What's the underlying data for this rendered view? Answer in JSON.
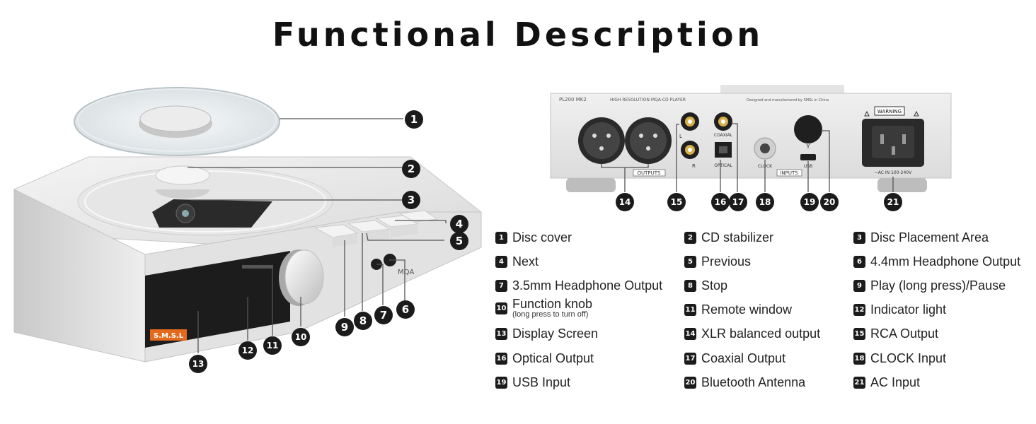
{
  "title": "Functional Description",
  "device_labels": {
    "brand": "S.M.S.L",
    "mqa": "MQA",
    "model": "PL200 MK2",
    "subtitle": "HIGH RESOLUTION MQA-CD PLAYER",
    "made_by": "Designed and manufactured by SMSL in China",
    "outputs": "OUTPUTS",
    "inputs": "INPUTS",
    "coaxial": "COAXIAL",
    "optical": "OPTICAL",
    "clock": "CLOCK",
    "usb": "USB",
    "l": "L",
    "r": "R",
    "warning": "WARNING",
    "ac_in": "~AC IN 100-240V"
  },
  "callouts": [
    "1",
    "2",
    "3",
    "4",
    "5",
    "6",
    "7",
    "8",
    "9",
    "10",
    "11",
    "12",
    "13",
    "14",
    "15",
    "16",
    "17",
    "18",
    "19",
    "20",
    "21"
  ],
  "legend": [
    {
      "n": "1",
      "label": "Disc cover"
    },
    {
      "n": "2",
      "label": "CD stabilizer"
    },
    {
      "n": "3",
      "label": "Disc Placement Area"
    },
    {
      "n": "4",
      "label": "Next"
    },
    {
      "n": "5",
      "label": "Previous"
    },
    {
      "n": "6",
      "label": "4.4mm Headphone Output"
    },
    {
      "n": "7",
      "label": "3.5mm Headphone Output"
    },
    {
      "n": "8",
      "label": "Stop"
    },
    {
      "n": "9",
      "label": "Play (long press)/Pause"
    },
    {
      "n": "10",
      "label": "Function knob",
      "note": "(long press to turn off)"
    },
    {
      "n": "11",
      "label": "Remote window"
    },
    {
      "n": "12",
      "label": "Indicator light"
    },
    {
      "n": "13",
      "label": "Display Screen"
    },
    {
      "n": "14",
      "label": "XLR balanced output"
    },
    {
      "n": "15",
      "label": "RCA Output"
    },
    {
      "n": "16",
      "label": "Optical Output"
    },
    {
      "n": "17",
      "label": "Coaxial Output"
    },
    {
      "n": "18",
      "label": "CLOCK Input"
    },
    {
      "n": "19",
      "label": "USB Input"
    },
    {
      "n": "20",
      "label": "Bluetooth Antenna"
    },
    {
      "n": "21",
      "label": "AC Input"
    }
  ]
}
